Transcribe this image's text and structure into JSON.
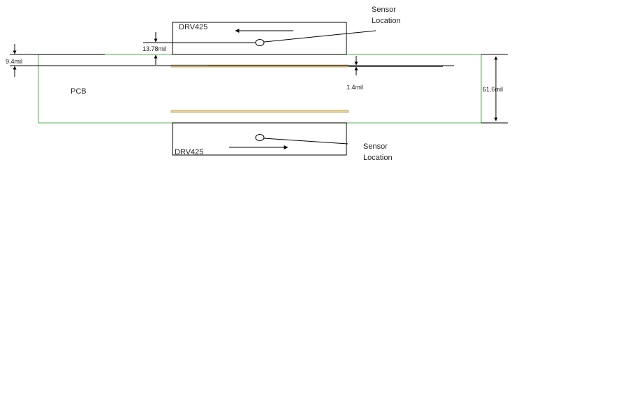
{
  "diagram": {
    "pcb_label": "PCB",
    "top_chip": {
      "label": "DRV425"
    },
    "bottom_chip": {
      "label": "DRV425"
    },
    "top_sensor": {
      "line1": "Sensor",
      "line2": "Location"
    },
    "bottom_sensor": {
      "line1": "Sensor",
      "line2": "Location"
    },
    "dimensions": {
      "copper_offset": "9.4mil",
      "chip_gap": "13.78mil",
      "copper_thickness": "1.4mil",
      "pcb_thickness": "61.6mil"
    },
    "colors": {
      "pcb_outline": "#6fbf6f",
      "copper_fill": "#e6d49a",
      "copper_edge": "#b79d57",
      "line": "#000000"
    }
  }
}
